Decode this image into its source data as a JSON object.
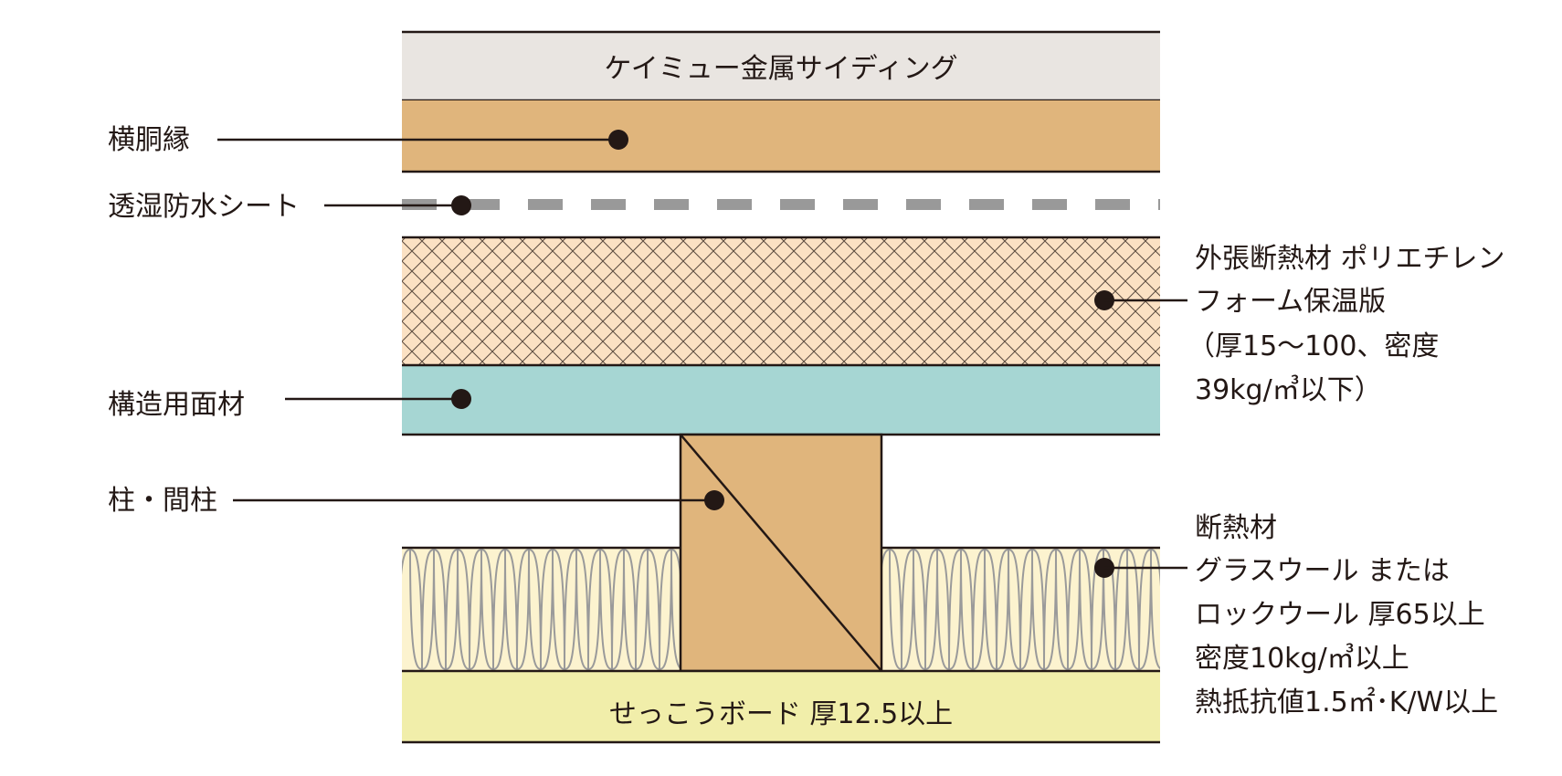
{
  "layers": {
    "siding": "ケイミュー金属サイディング",
    "furring": "横胴縁",
    "membrane": "透湿防水シート",
    "structural_panel": "構造用面材",
    "post": "柱・間柱",
    "gypsum": "せっこうボード 厚12.5以上"
  },
  "exterior_insulation": {
    "lines": [
      "外張断熱材 ポリエチレン",
      "フォーム保温版",
      "（厚15～100、密度",
      "39kg/㎥以下）"
    ]
  },
  "cavity_insulation": {
    "lines": [
      "断熱材",
      "グラスウール または",
      "ロックウール 厚65以上",
      "密度10kg/㎥以上",
      "熱抵抗値1.5㎡･K/W以上"
    ]
  },
  "colors": {
    "siding": "#e9e5e1",
    "furring": "#e0b57c",
    "membrane": "#999999",
    "exterior_insulation": "#fbe1c3",
    "structural_panel": "#a6d6d3",
    "post": "#e0b57c",
    "cavity_insulation": "#fcf3cf",
    "gypsum": "#f1eeaa",
    "line": "#231815"
  }
}
